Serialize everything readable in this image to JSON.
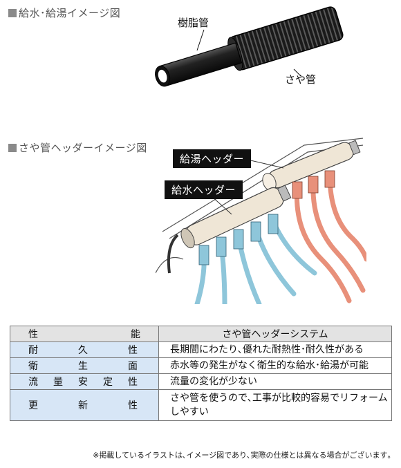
{
  "section1": {
    "title": "給水･給湯イメージ図"
  },
  "section2": {
    "title": "さや管ヘッダーイメージ図"
  },
  "pipe_labels": {
    "resin": "樹脂管",
    "sheath": "さや管"
  },
  "header_labels": {
    "hot": "給湯ヘッダー",
    "cold": "給水ヘッダー"
  },
  "colors": {
    "hot_pipe": "#e8907a",
    "cold_pipe": "#8ec6da",
    "header_body": "#efe6d6",
    "category_bg": "#d7e6f6"
  },
  "table": {
    "headers": [
      "性 能",
      "さや管ヘッダーシステム"
    ],
    "rows": [
      {
        "category": "耐久性",
        "description": "長期間にわたり､優れた耐熱性･耐久性がある"
      },
      {
        "category": "衛生面",
        "description": "赤水等の発生がなく衛生的な給水･給湯が可能"
      },
      {
        "category": "流量安定性",
        "description": "流量の変化が少ない"
      },
      {
        "category": "更新性",
        "description": "さや管を使うので､工事が比較的容易でリフォームしやすい"
      }
    ]
  },
  "note": "※掲載しているイラストは､イメージ図であり､実際の仕様とは異なる場合がございます｡"
}
